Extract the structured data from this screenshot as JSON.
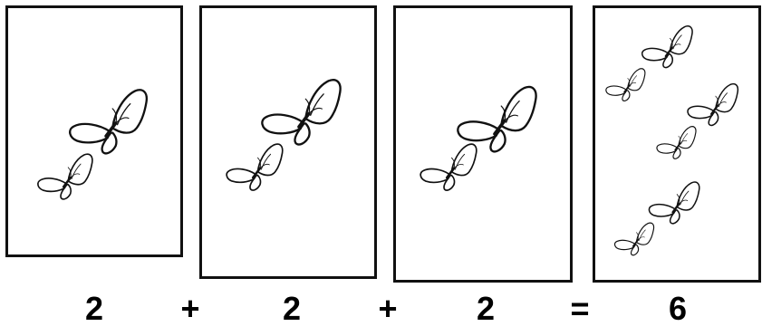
{
  "panels": [
    {
      "id": "panel-1",
      "butterfly_count": 2
    },
    {
      "id": "panel-2",
      "butterfly_count": 2
    },
    {
      "id": "panel-3",
      "butterfly_count": 2
    },
    {
      "id": "panel-result",
      "butterfly_count": 6
    }
  ],
  "equation": {
    "term_1": "2",
    "plus_1": "+",
    "term_2": "2",
    "plus_2": "+",
    "term_3": "2",
    "equals": "=",
    "result": "6"
  },
  "colors": {
    "stroke": "#111111",
    "background": "#ffffff"
  },
  "icons": {
    "butterfly": "butterfly-icon"
  }
}
